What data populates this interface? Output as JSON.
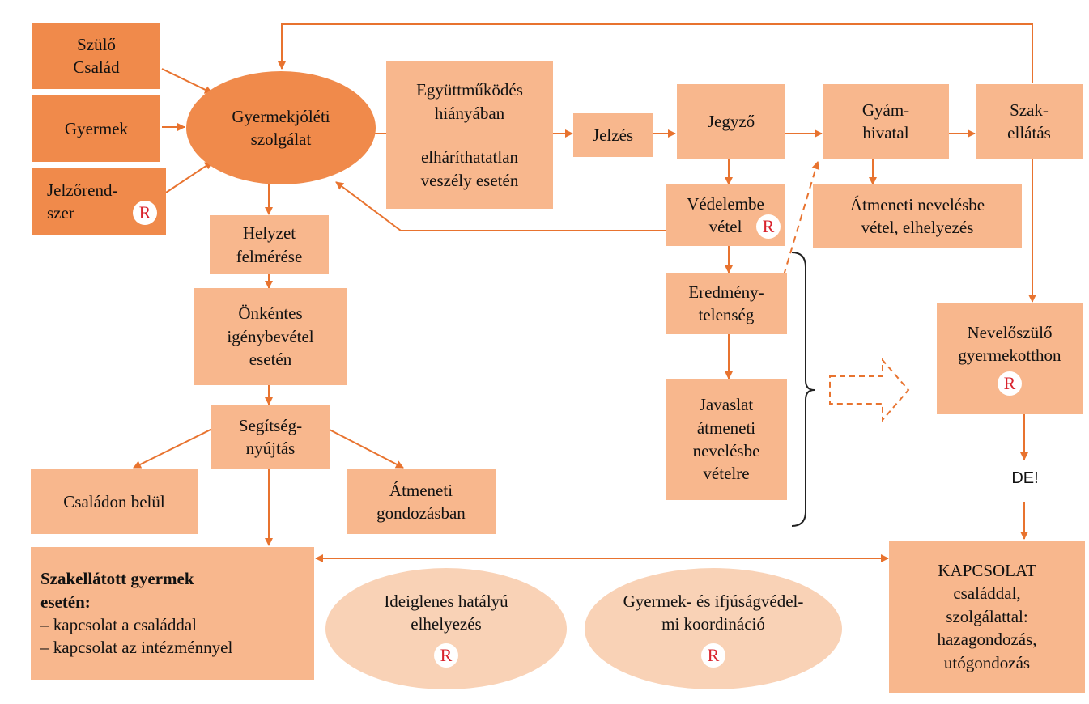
{
  "nodes": {
    "szulo": "Szülő\nCsalád",
    "gyermek": "Gyermek",
    "jelzo": "Jelzőrend-\nszer",
    "gyjsz": "Gyermekjóléti\nszolgálat",
    "egyutt1": "Együttműködés\nhiányában",
    "egyutt2": "elháríthatatlan\nveszély esetén",
    "jelzes": "Jelzés",
    "jegyzo": "Jegyző",
    "gyamhivatal": "Gyám-\nhivatal",
    "szakellatas": "Szak-\nellátás",
    "vedelembe": "Védelembe\nvétel",
    "atmeneti_neveles": "Átmeneti nevelésbe\nvétel, elhelyezés",
    "helyzet": "Helyzet\nfelmérése",
    "onkentes": "Önkéntes\nigénybevétel\nesetén",
    "eredmeny": "Eredmény-\ntelenség",
    "javaslat": "Javaslat\nátmeneti\nnevelésbe\nvételre",
    "nevelo": "Nevelőszülő\ngyermekotthon",
    "segitseg": "Segítség-\nnyújtás",
    "csaladon": "Családon belül",
    "atm_gondozas": "Átmeneti\ngondozásban",
    "de": "DE!",
    "szakellatott_title": "Szakellátott gyermek\nesetén:",
    "szakellatott_line1": "– kapcsolat a családdal",
    "szakellatott_line2": "– kapcsolat az intézménnyel",
    "ideiglenes": "Ideiglenes hatályú\nelhelyezés",
    "koordinacio": "Gyermek- és ifjúságvédel-\nmi koordináció",
    "kapcsolat_title": "KAPCSOLAT",
    "kapcsolat_body": "családdal,\nszolgálattal:\nhazagondozás,\nutógondozás"
  },
  "badge_letter": "R",
  "colors": {
    "dark_orange": "#f08a4b",
    "light_orange": "#f8b78d",
    "pale_orange": "#f9d2b6",
    "arrow": "#e8732f",
    "badge_red": "#d9232d"
  }
}
